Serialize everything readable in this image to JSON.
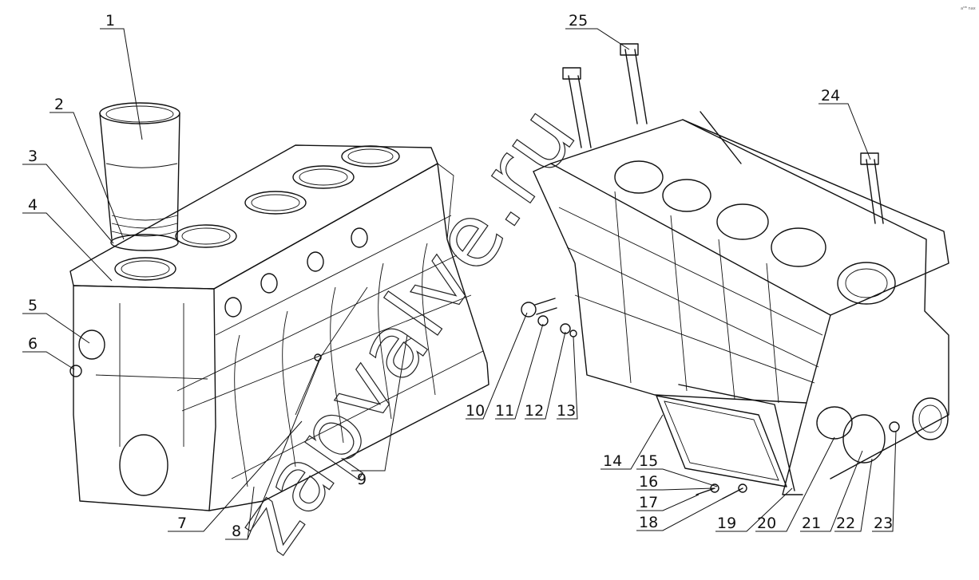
{
  "watermark": "zapvalve.ru",
  "corner_mark": "aᴹᴮ nax",
  "callouts": [
    {
      "id": "c1",
      "label": "1"
    },
    {
      "id": "c2",
      "label": "2"
    },
    {
      "id": "c3",
      "label": "3"
    },
    {
      "id": "c4",
      "label": "4"
    },
    {
      "id": "c5",
      "label": "5"
    },
    {
      "id": "c6",
      "label": "6"
    },
    {
      "id": "c7",
      "label": "7"
    },
    {
      "id": "c8",
      "label": "8"
    },
    {
      "id": "c9",
      "label": "9"
    },
    {
      "id": "c10",
      "label": "10"
    },
    {
      "id": "c11",
      "label": "11"
    },
    {
      "id": "c12",
      "label": "12"
    },
    {
      "id": "c13",
      "label": "13"
    },
    {
      "id": "c14",
      "label": "14"
    },
    {
      "id": "c15",
      "label": "15"
    },
    {
      "id": "c16",
      "label": "16"
    },
    {
      "id": "c17",
      "label": "17"
    },
    {
      "id": "c18",
      "label": "18"
    },
    {
      "id": "c19",
      "label": "19"
    },
    {
      "id": "c20",
      "label": "20"
    },
    {
      "id": "c21",
      "label": "21"
    },
    {
      "id": "c22",
      "label": "22"
    },
    {
      "id": "c23",
      "label": "23"
    },
    {
      "id": "c24",
      "label": "24"
    },
    {
      "id": "c25",
      "label": "25"
    }
  ]
}
